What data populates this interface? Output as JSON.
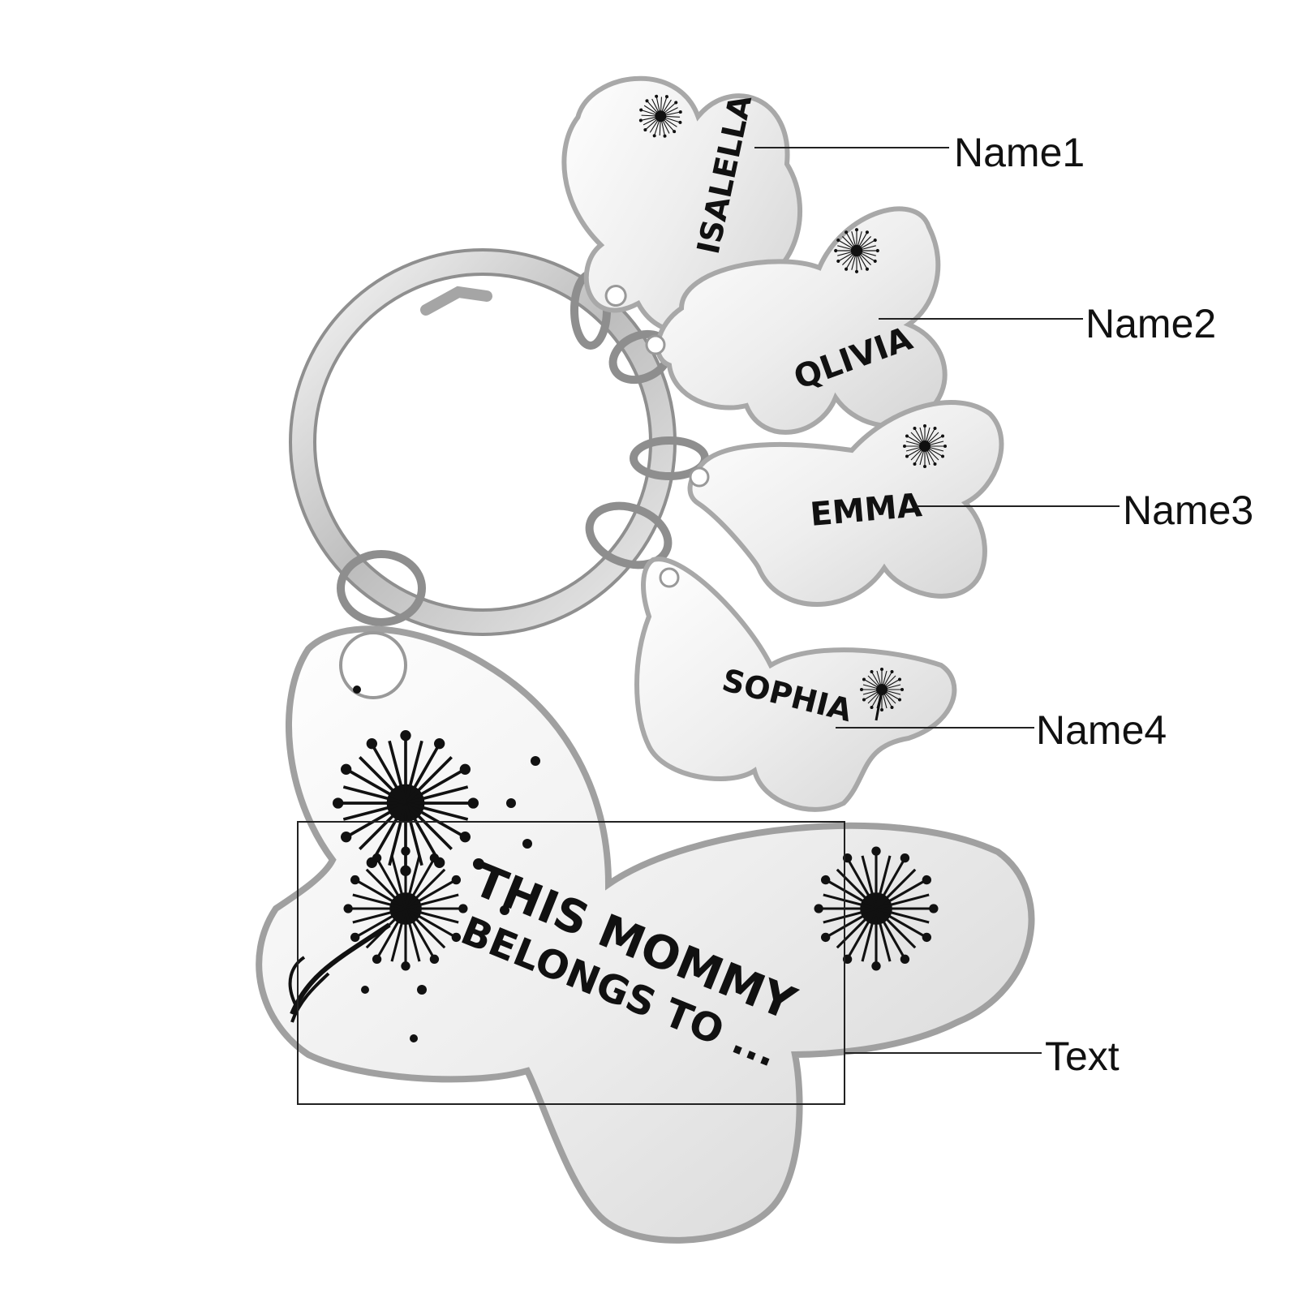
{
  "tags": {
    "name1": "ISALELLA",
    "name2": "QLIVIA",
    "name3": "EMMA",
    "name4": "SOPHIA",
    "main_line1": "THIS MOMMY",
    "main_line2": "BELONGS TO ..."
  },
  "callouts": {
    "name1": "Name1",
    "name2": "Name2",
    "name3": "Name3",
    "name4": "Name4",
    "text": "Text"
  },
  "colors": {
    "metal_light": "#f4f4f4",
    "metal_mid": "#d9d9d9",
    "metal_dark": "#9a9a9a",
    "engraving": "#111111",
    "leader_line": "#222222"
  }
}
